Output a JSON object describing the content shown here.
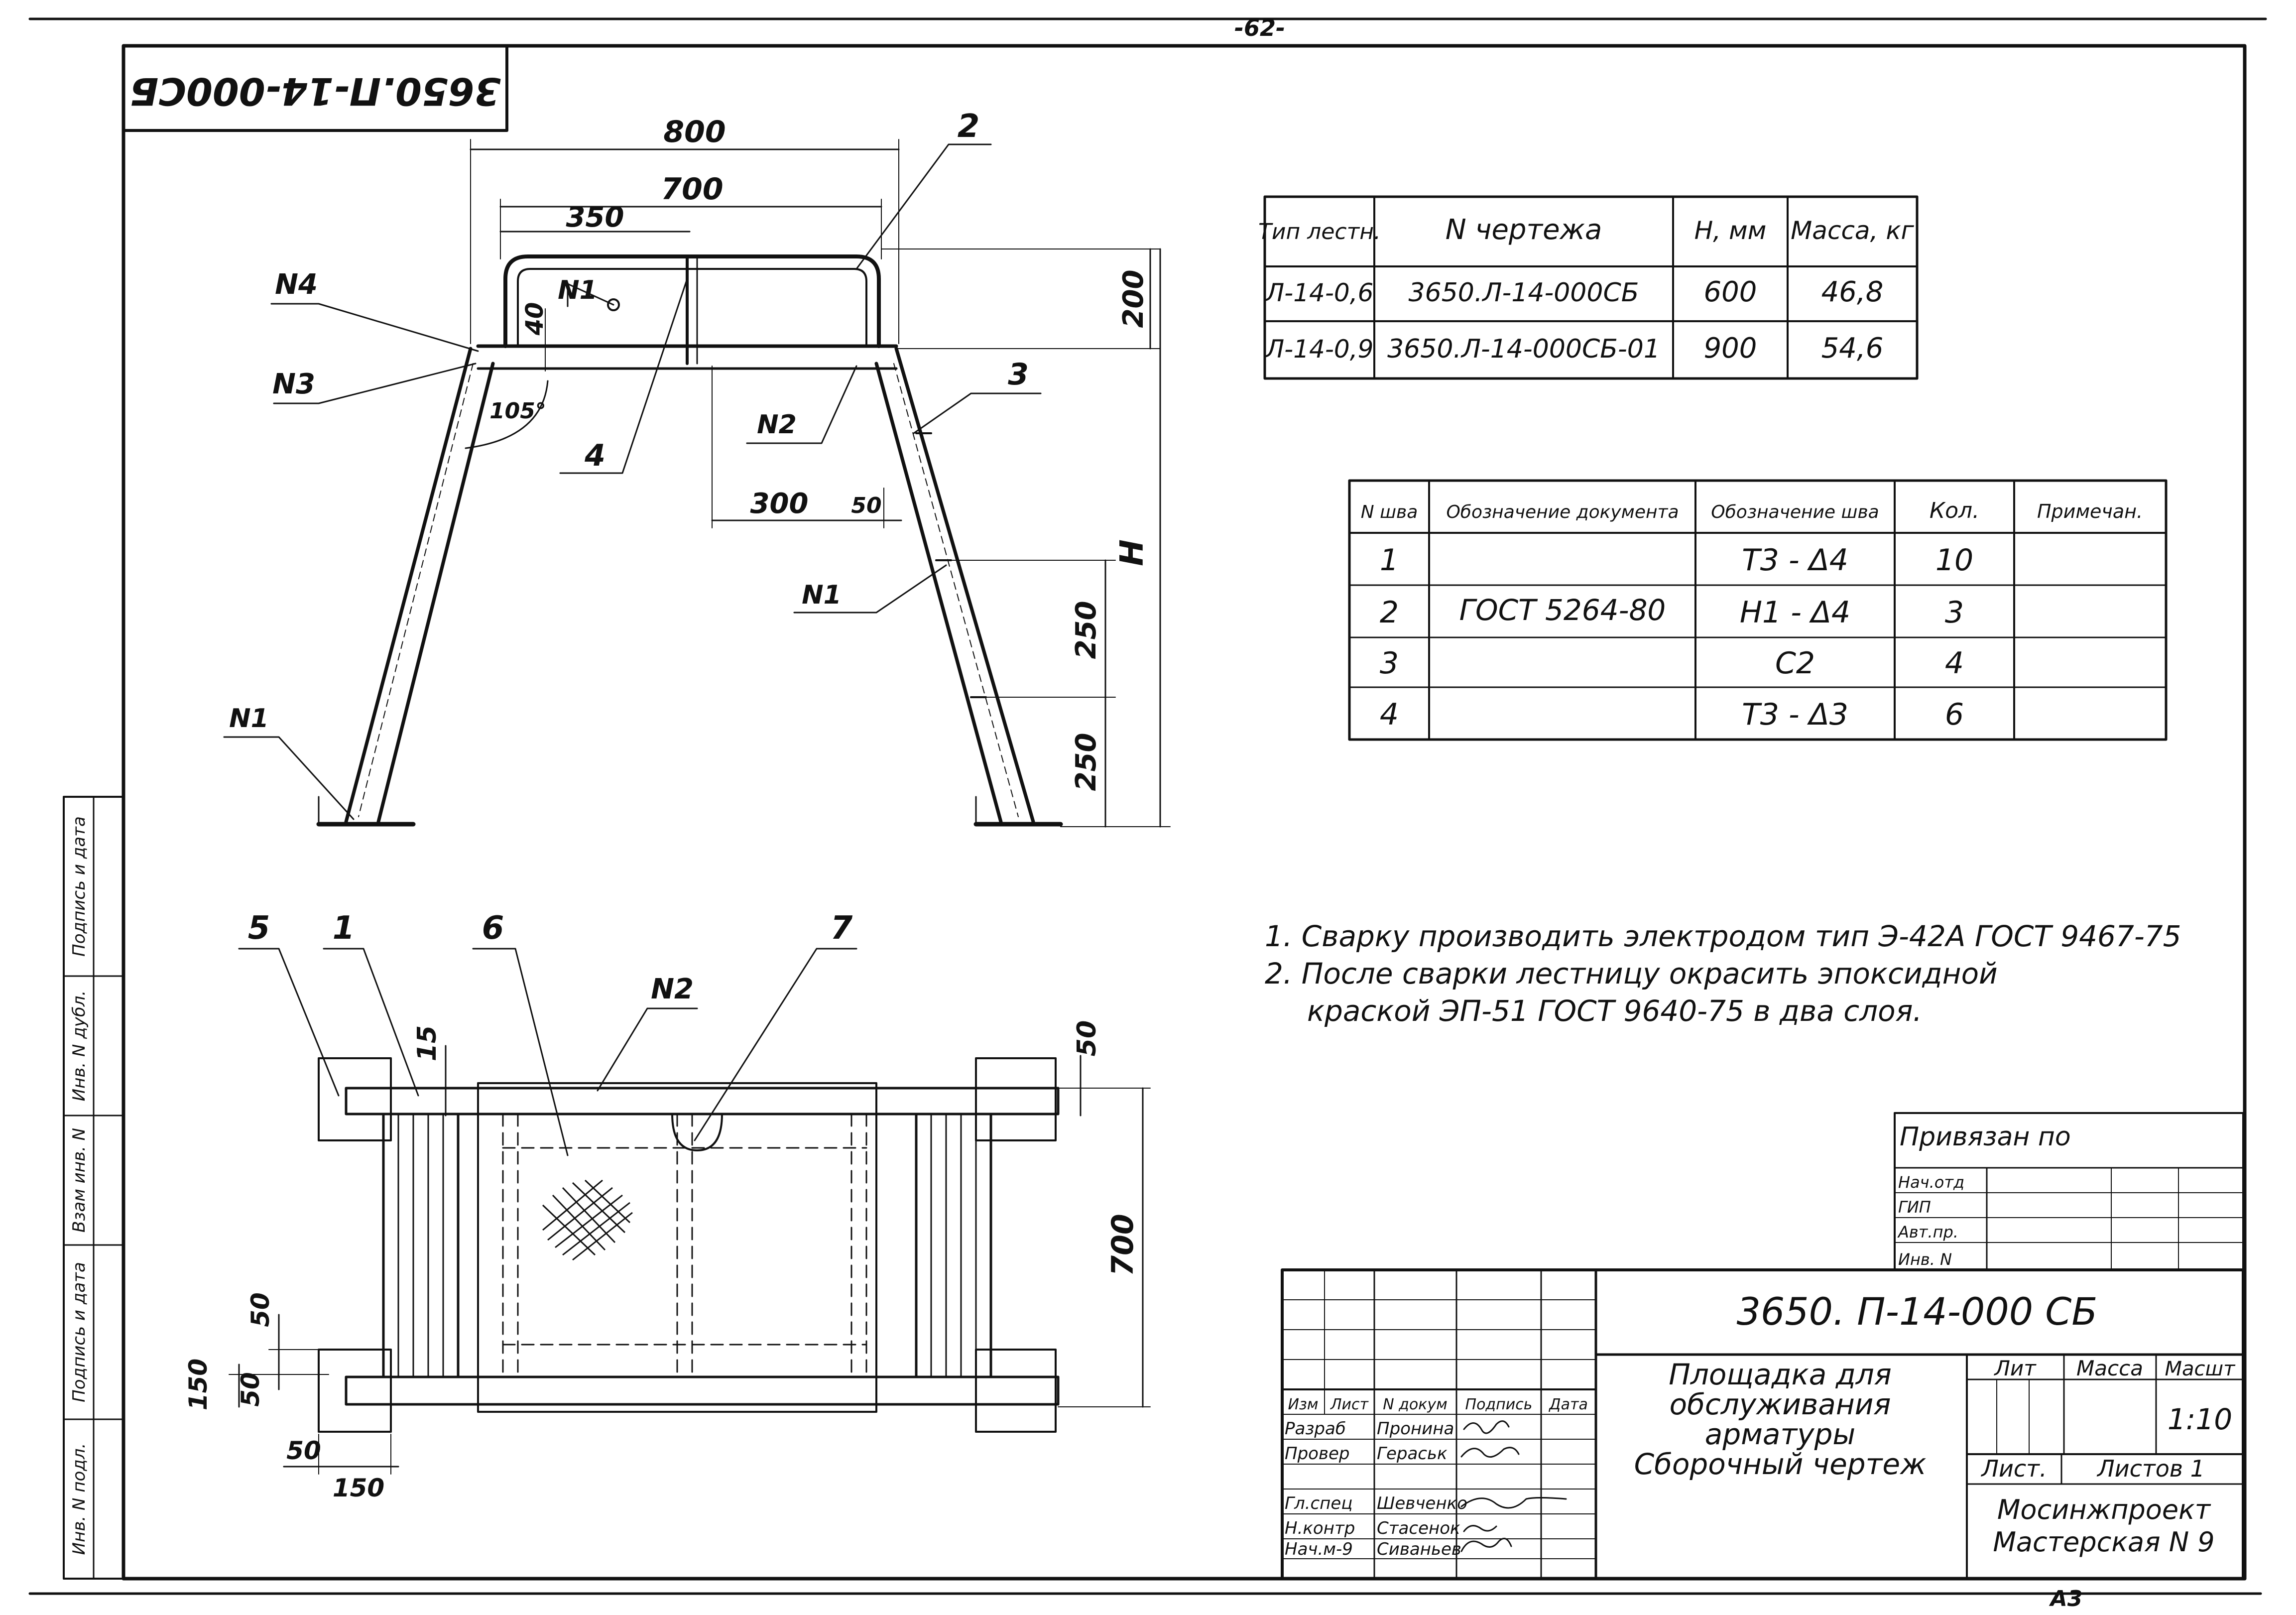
{
  "page_number": "-62-",
  "stamp_code_mirrored": "3650.П-14-000СБ",
  "top_view": {
    "dims": {
      "overall_width": "800",
      "rail_width": "700",
      "half_rail": "350",
      "rail_height": "200",
      "post_offset": "40",
      "angle": "105°",
      "step_offset": "300",
      "step_gap": "50",
      "step_spacing_1": "250",
      "step_spacing_2": "250",
      "height": "H"
    },
    "labels": {
      "pos_2": "2",
      "pos_3": "3",
      "pos_4": "4",
      "weld_4": "N4",
      "weld_3": "N3",
      "weld_1_top": "N1",
      "weld_2": "N2",
      "weld_1_right": "N1",
      "weld_1_left": "N1"
    }
  },
  "plan_view": {
    "labels": {
      "pos_5": "5",
      "pos_1": "1",
      "pos_6": "6",
      "pos_7": "7",
      "weld_2": "N2"
    },
    "dims": {
      "flange": "15",
      "top_margin": "50",
      "depth": "700",
      "left_50": "50",
      "left_150": "150",
      "left_50b": "50",
      "bottom_50": "50",
      "bottom_150": "150"
    }
  },
  "ladder_table": {
    "headers": [
      "Тип лестн.",
      "N чертежа",
      "H, мм",
      "Масса, кг"
    ],
    "rows": [
      [
        "Л-14-0,6",
        "3650.Л-14-000СБ",
        "600",
        "46,8"
      ],
      [
        "Л-14-0,9",
        "3650.Л-14-000СБ-01",
        "900",
        "54,6"
      ]
    ]
  },
  "weld_table": {
    "headers": [
      "N шва",
      "Обозначение документа",
      "Обозначение шва",
      "Кол.",
      "Примечан."
    ],
    "document": "ГОСТ 5264-80",
    "rows": [
      [
        "1",
        "Т3 - Δ4",
        "10",
        ""
      ],
      [
        "2",
        "Н1 - Δ4",
        "3",
        ""
      ],
      [
        "3",
        "С2",
        "4",
        ""
      ],
      [
        "4",
        "Т3 - Δ3",
        "6",
        ""
      ]
    ]
  },
  "notes": [
    "1. Сварку производить электродом тип Э-42А ГОСТ 9467-75",
    "2. После сварки лестницу окрасить эпоксидной",
    "краской ЭП-51 ГОСТ 9640-75 в два слоя."
  ],
  "binding_block": {
    "title": "Привязан по",
    "rows": [
      "Нач.отд",
      "ГИП",
      "Авт.пр.",
      "Инв. N"
    ]
  },
  "title_block": {
    "code": "3650. П-14-000 СБ",
    "name_lines": [
      "Площадка для",
      "обслуживания",
      "арматуры",
      "Сборочный чертеж"
    ],
    "col_headers": [
      "Изм",
      "Лист",
      "N докум",
      "Подпись",
      "Дата"
    ],
    "roles": [
      {
        "role": "Разраб",
        "name": "Пронина"
      },
      {
        "role": "Провер",
        "name": "Гераськ"
      },
      {
        "role": "Гл.спец",
        "name": "Шевченко"
      },
      {
        "role": "Н.контр",
        "name": "Стасенок"
      },
      {
        "role": "Нач.м-9",
        "name": "Сиваньев"
      }
    ],
    "lit_label": "Лит",
    "mass_label": "Масса",
    "scale_label": "Масшт",
    "scale_value": "1:10",
    "sheet_label": "Лист.",
    "sheets_label": "Листов 1",
    "org_line1": "Мосинжпроект",
    "org_line2": "Мастерская N 9",
    "format": "А3"
  },
  "side_stamp": {
    "cells": [
      "Инв. N подл.",
      "Подпись и дата",
      "Взам инв. N",
      "Инв. N дубл.",
      "Подпись и дата"
    ]
  }
}
